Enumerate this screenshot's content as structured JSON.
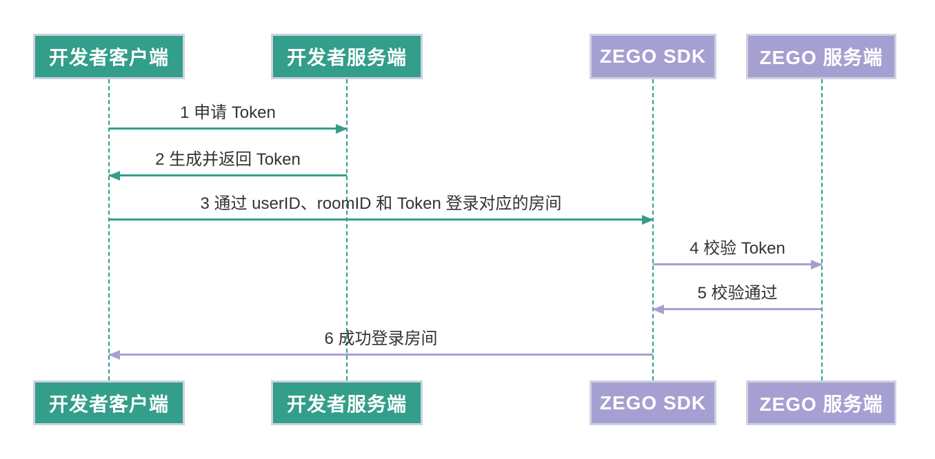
{
  "diagram": {
    "type": "sequence-diagram",
    "actors": [
      {
        "label": "开发者客户端",
        "color": "#339E8A"
      },
      {
        "label": "开发者服务端",
        "color": "#339E8A"
      },
      {
        "label": "ZEGO SDK",
        "color": "#A5A0D1"
      },
      {
        "label": "ZEGO 服务端",
        "color": "#A5A0D1"
      }
    ],
    "messages": [
      {
        "seq": "1",
        "label": "1 申请 Token",
        "from": "开发者客户端",
        "to": "开发者服务端",
        "direction": "right",
        "color": "#339E8A"
      },
      {
        "seq": "2",
        "label": "2 生成并返回 Token",
        "from": "开发者服务端",
        "to": "开发者客户端",
        "direction": "left",
        "color": "#339E8A"
      },
      {
        "seq": "3",
        "label": "3 通过 userID、roomID 和 Token 登录对应的房间",
        "from": "开发者客户端",
        "to": "ZEGO SDK",
        "direction": "right",
        "color": "#339E8A"
      },
      {
        "seq": "4",
        "label": "4 校验 Token",
        "from": "ZEGO SDK",
        "to": "ZEGO 服务端",
        "direction": "right",
        "color": "#A5A0D1"
      },
      {
        "seq": "5",
        "label": "5 校验通过",
        "from": "ZEGO 服务端",
        "to": "ZEGO SDK",
        "direction": "left",
        "color": "#A5A0D1"
      },
      {
        "seq": "6",
        "label": "6 成功登录房间",
        "from": "ZEGO SDK",
        "to": "开发者客户端",
        "direction": "left",
        "color": "#A5A0D1"
      }
    ],
    "colors": {
      "actor_green": "#339E8A",
      "actor_purple": "#A5A0D1",
      "actor_border": "#CDD2E2",
      "actor_text": "#FFFFFF",
      "lifeline": "#2E9E88",
      "arrow_green": "#339E8A",
      "arrow_purple": "#A5A0D1",
      "message_text": "#333333",
      "background": "#FFFFFF"
    }
  }
}
